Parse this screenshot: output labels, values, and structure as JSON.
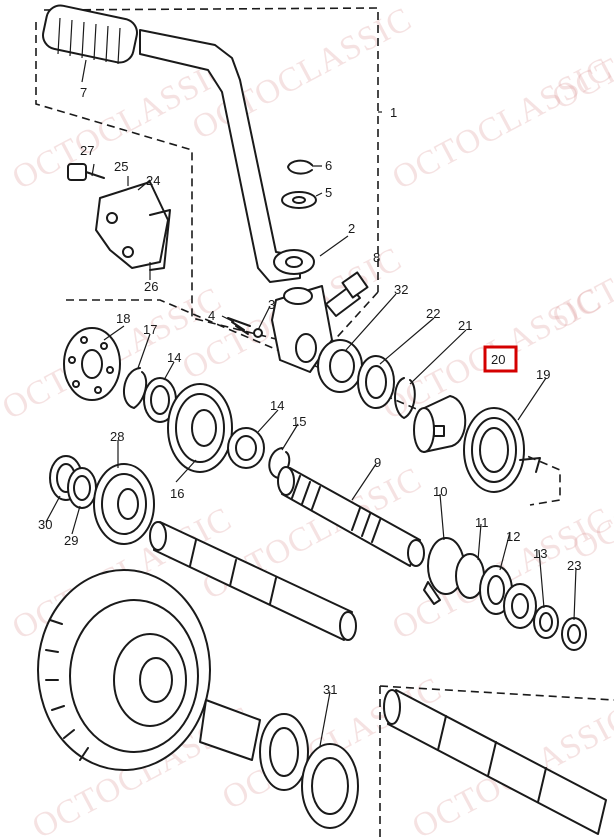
{
  "diagram": {
    "highlight_color": "#d40000",
    "watermark": "OCTOCLASSIC",
    "highlighted_part": "20",
    "part_labels": [
      "1",
      "2",
      "3",
      "4",
      "5",
      "6",
      "7",
      "8",
      "9",
      "10",
      "11",
      "12",
      "13",
      "14",
      "14",
      "15",
      "16",
      "17",
      "18",
      "19",
      "20",
      "21",
      "22",
      "23",
      "24",
      "25",
      "26",
      "27",
      "28",
      "29",
      "30",
      "31",
      "32"
    ]
  }
}
